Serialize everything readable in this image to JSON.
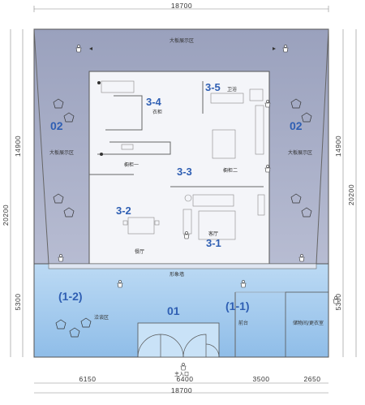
{
  "dimensions": {
    "top": "18700",
    "bottom": "18700",
    "left_outer": "20200",
    "left_upper": "14900",
    "left_lower": "5300",
    "right_upper": "14900",
    "right_total": "20200",
    "right_lower": "5300",
    "bottom_segments": [
      "6150",
      "6400",
      "3500",
      "2650"
    ]
  },
  "zones": {
    "outer_left": "02",
    "outer_right": "02",
    "front_main": "01",
    "front_left": "(1-2)",
    "front_right": "(1-1)",
    "wardrobe": "3-4",
    "bathroom_num": "3-5",
    "cabinets": "3-3",
    "dining": "3-2",
    "living": "3-1"
  },
  "labels": {
    "top_display": "大板展示区",
    "left_display": "大板展示区",
    "right_display": "大板展示区",
    "image_wall": "形象墙",
    "negotiation": "洽谈区",
    "reception": "前台",
    "storage": "储物间/更衣室",
    "entrance": "主入口",
    "wardrobe": "衣柜",
    "bathroom": "卫浴",
    "cabinet_one": "橱柜一",
    "cabinet_two": "橱柜二",
    "dining": "餐厅",
    "living": "客厅"
  },
  "colors": {
    "outer_zone": "#a9afc7",
    "front_zone": "#a8cdef",
    "inner_zone": "#f4f5f9",
    "zone_text": "#2f5fb3"
  }
}
